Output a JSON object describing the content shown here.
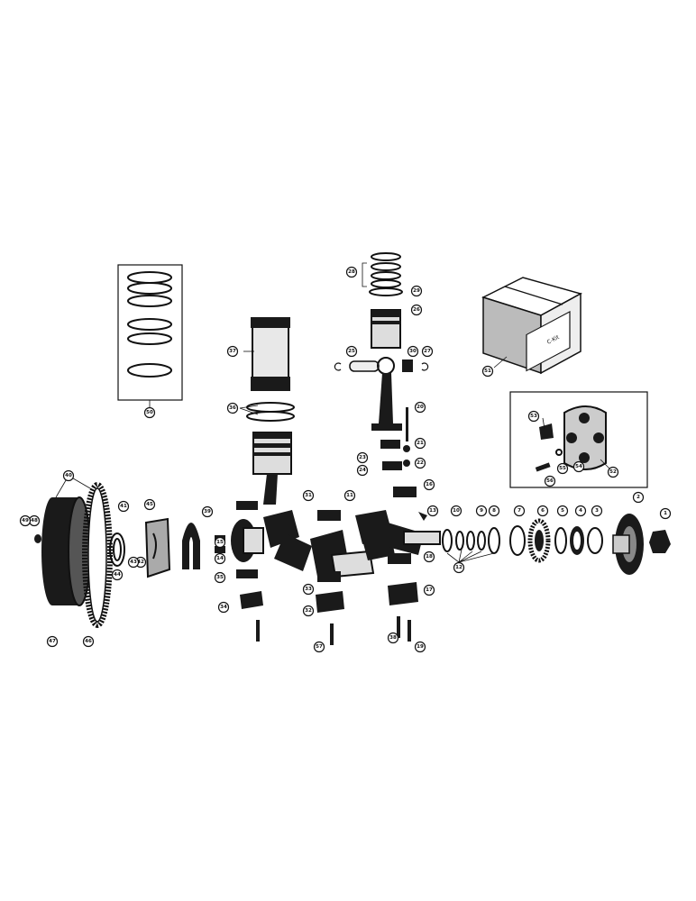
{
  "diagram": {
    "callouts": {
      "c1": "1",
      "c2": "2",
      "c3": "3",
      "c4": "4",
      "c5": "5",
      "c6": "6",
      "c7": "7",
      "c8": "8",
      "c9": "9",
      "c10": "10",
      "c11": "11",
      "c12": "12",
      "c13": "13",
      "c14": "14",
      "c15": "15",
      "c16": "16",
      "c17": "17",
      "c18": "18",
      "c19": "19",
      "c20": "20",
      "c21": "21",
      "c22": "22",
      "c23": "23",
      "c24": "24",
      "c25": "25",
      "c26": "26",
      "c27": "27",
      "c28": "28",
      "c29": "29",
      "c30": "30",
      "c31": "31",
      "c32": "32",
      "c33": "33",
      "c34": "34",
      "c35": "35",
      "c36": "36",
      "c37": "37",
      "c38": "38",
      "c39": "39",
      "c40": "40",
      "c41": "41",
      "c42": "42",
      "c43": "43",
      "c44": "44",
      "c45": "45",
      "c46": "46",
      "c47": "47",
      "c48": "48",
      "c49": "49",
      "c50": "50",
      "c51": "51",
      "c52": "52",
      "c53": "53",
      "c54": "54",
      "c55": "55",
      "c56": "56",
      "c57": "57"
    },
    "box_label_lines": [
      "C-Kit",
      "",
      "",
      ""
    ]
  }
}
